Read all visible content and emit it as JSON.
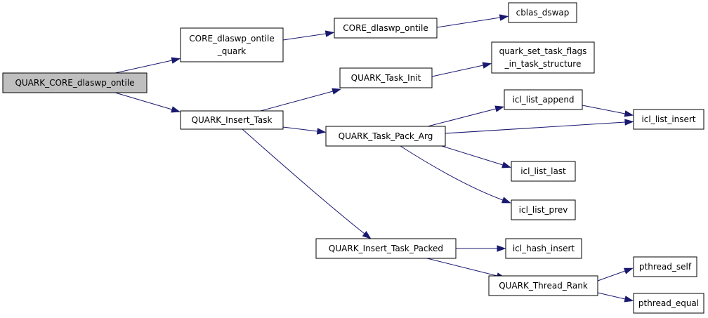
{
  "colors": {
    "edge": "#191970",
    "root_fill": "#bfbfbf",
    "node_fill": "#ffffff",
    "node_border": "#000000"
  },
  "nodes": {
    "quark_core_dlaswp_ontile": {
      "label": [
        "QUARK_CORE_dlaswp_ontile"
      ],
      "root": true
    },
    "core_dlaswp_ontile_quark": {
      "label": [
        "CORE_dlaswp_ontile",
        "_quark"
      ]
    },
    "quark_insert_task": {
      "label": [
        "QUARK_Insert_Task"
      ]
    },
    "core_dlaswp_ontile": {
      "label": [
        "CORE_dlaswp_ontile"
      ]
    },
    "cblas_dswap": {
      "label": [
        "cblas_dswap"
      ]
    },
    "quark_task_init": {
      "label": [
        "QUARK_Task_Init"
      ]
    },
    "quark_set_task_flags_in_task_structure": {
      "label": [
        "quark_set_task_flags",
        "_in_task_structure"
      ]
    },
    "quark_task_pack_arg": {
      "label": [
        "QUARK_Task_Pack_Arg"
      ]
    },
    "icl_list_append": {
      "label": [
        "icl_list_append"
      ]
    },
    "icl_list_insert": {
      "label": [
        "icl_list_insert"
      ]
    },
    "icl_list_last": {
      "label": [
        "icl_list_last"
      ]
    },
    "icl_list_prev": {
      "label": [
        "icl_list_prev"
      ]
    },
    "quark_insert_task_packed": {
      "label": [
        "QUARK_Insert_Task_Packed"
      ]
    },
    "icl_hash_insert": {
      "label": [
        "icl_hash_insert"
      ]
    },
    "quark_thread_rank": {
      "label": [
        "QUARK_Thread_Rank"
      ]
    },
    "pthread_self": {
      "label": [
        "pthread_self"
      ]
    },
    "pthread_equal": {
      "label": [
        "pthread_equal"
      ]
    }
  },
  "edges": [
    {
      "from": "quark_core_dlaswp_ontile",
      "to": "core_dlaswp_ontile_quark"
    },
    {
      "from": "quark_core_dlaswp_ontile",
      "to": "quark_insert_task"
    },
    {
      "from": "core_dlaswp_ontile_quark",
      "to": "core_dlaswp_ontile"
    },
    {
      "from": "core_dlaswp_ontile",
      "to": "cblas_dswap"
    },
    {
      "from": "quark_insert_task",
      "to": "quark_task_init"
    },
    {
      "from": "quark_insert_task",
      "to": "quark_task_pack_arg"
    },
    {
      "from": "quark_insert_task",
      "to": "quark_insert_task_packed"
    },
    {
      "from": "quark_task_init",
      "to": "quark_set_task_flags_in_task_structure"
    },
    {
      "from": "quark_task_pack_arg",
      "to": "icl_list_append"
    },
    {
      "from": "quark_task_pack_arg",
      "to": "icl_list_insert"
    },
    {
      "from": "quark_task_pack_arg",
      "to": "icl_list_last"
    },
    {
      "from": "quark_task_pack_arg",
      "to": "icl_list_prev"
    },
    {
      "from": "icl_list_append",
      "to": "icl_list_insert"
    },
    {
      "from": "quark_insert_task_packed",
      "to": "icl_hash_insert"
    },
    {
      "from": "quark_insert_task_packed",
      "to": "quark_thread_rank"
    },
    {
      "from": "quark_thread_rank",
      "to": "pthread_self"
    },
    {
      "from": "quark_thread_rank",
      "to": "pthread_equal"
    }
  ]
}
